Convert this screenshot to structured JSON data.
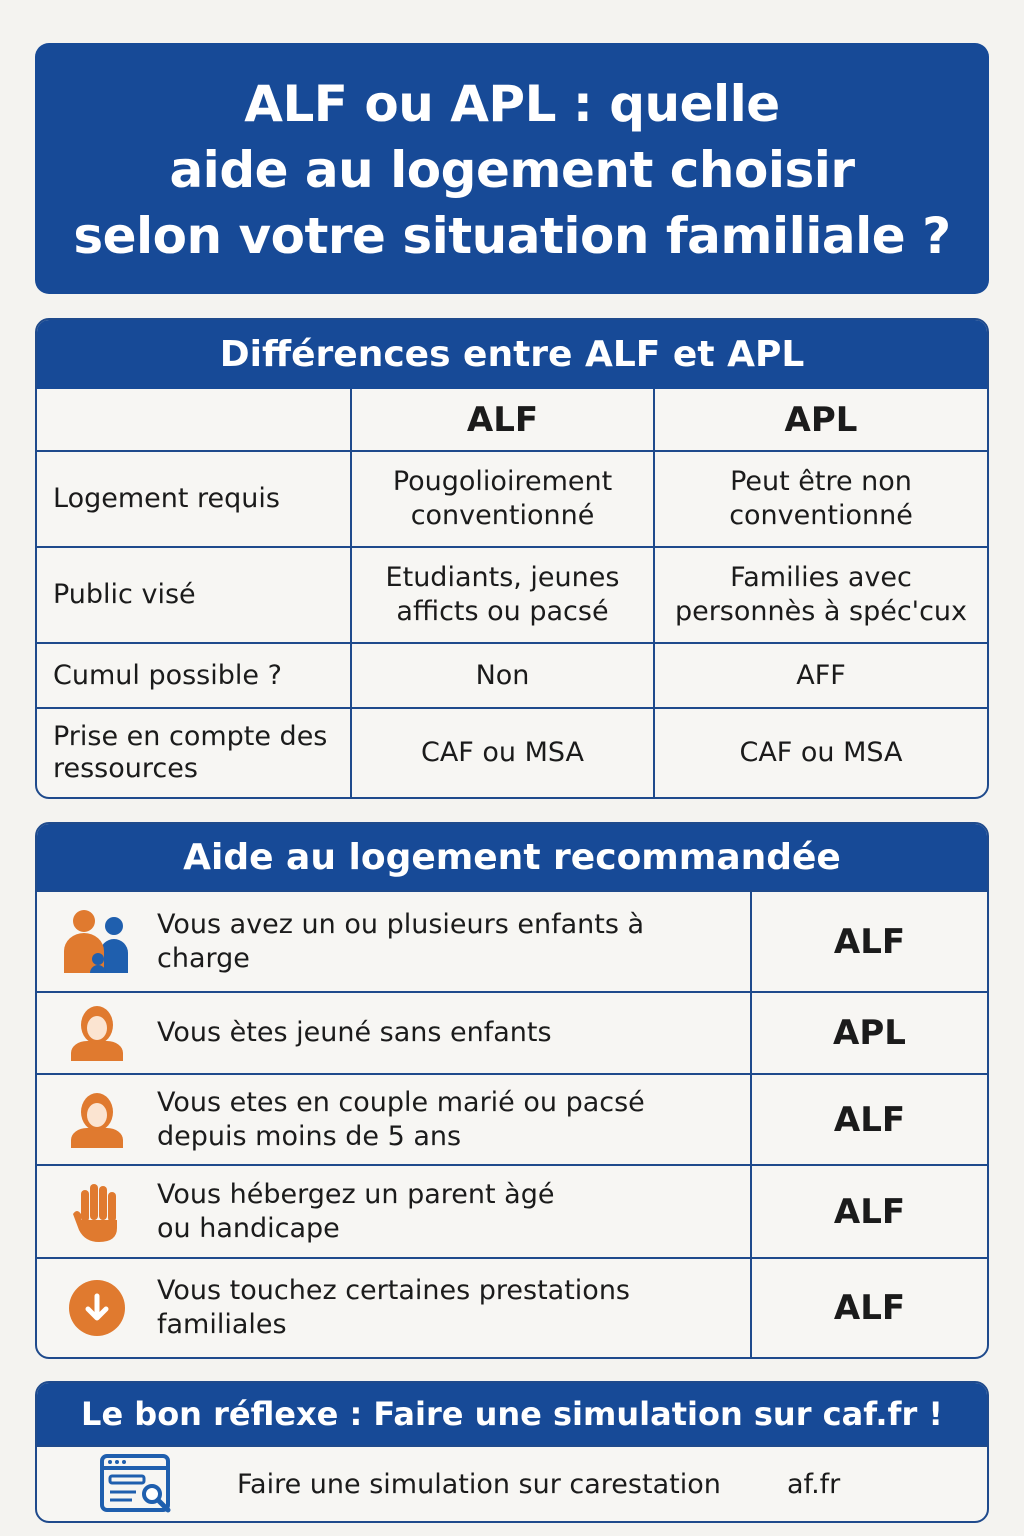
{
  "title": {
    "lines": [
      "ALF ou APL : quelle",
      "aide au logement choisir",
      "selon votre situation familiale ?"
    ]
  },
  "differences": {
    "header": "Différences entre ALF et APL",
    "columns": [
      "",
      "ALF",
      "APL"
    ],
    "rows": [
      {
        "label": "Logement requis",
        "alf": "Pougolioirement conventionné",
        "apl": "Peut être non conventionné"
      },
      {
        "label": "Public visé",
        "alf": "Etudiants, jeunes afficts ou pacsé",
        "apl": "Families avec personnès à spéc'cux"
      },
      {
        "label": "Cumul possible ?",
        "alf": "Non",
        "apl": "AFF"
      },
      {
        "label": "Prise en compte des ressources",
        "alf": "CAF ou MSA",
        "apl": "CAF ou MSA"
      }
    ]
  },
  "recommended": {
    "header": "Aide au logement recommandée",
    "rows": [
      {
        "icon": "family-icon",
        "text": "Vous avez un ou plusieurs enfants à charge",
        "aid": "ALF"
      },
      {
        "icon": "person-icon",
        "text": "Vous ètes jeuné sans enfants",
        "aid": "APL"
      },
      {
        "icon": "person-icon",
        "text": "Vous etes en couple marié ou pacsé depuis moins de 5 ans",
        "aid": "ALF"
      },
      {
        "icon": "hand-icon",
        "text": "Vous hébergez un parent àgé ou handicape",
        "aid": "ALF"
      },
      {
        "icon": "arrow-down-circle-icon",
        "text": "Vous touchez certaines prestations familiales",
        "aid": "ALF"
      }
    ]
  },
  "footer": {
    "header": "Le bon réflexe : Faire une simulation sur caf.fr !",
    "text": "Faire une simulation sur carestation",
    "link": "af.fr",
    "icon": "browser-search-icon"
  },
  "colors": {
    "primary": "#174a97",
    "accent": "#e07a2f",
    "icon_blue": "#1f5fae"
  }
}
